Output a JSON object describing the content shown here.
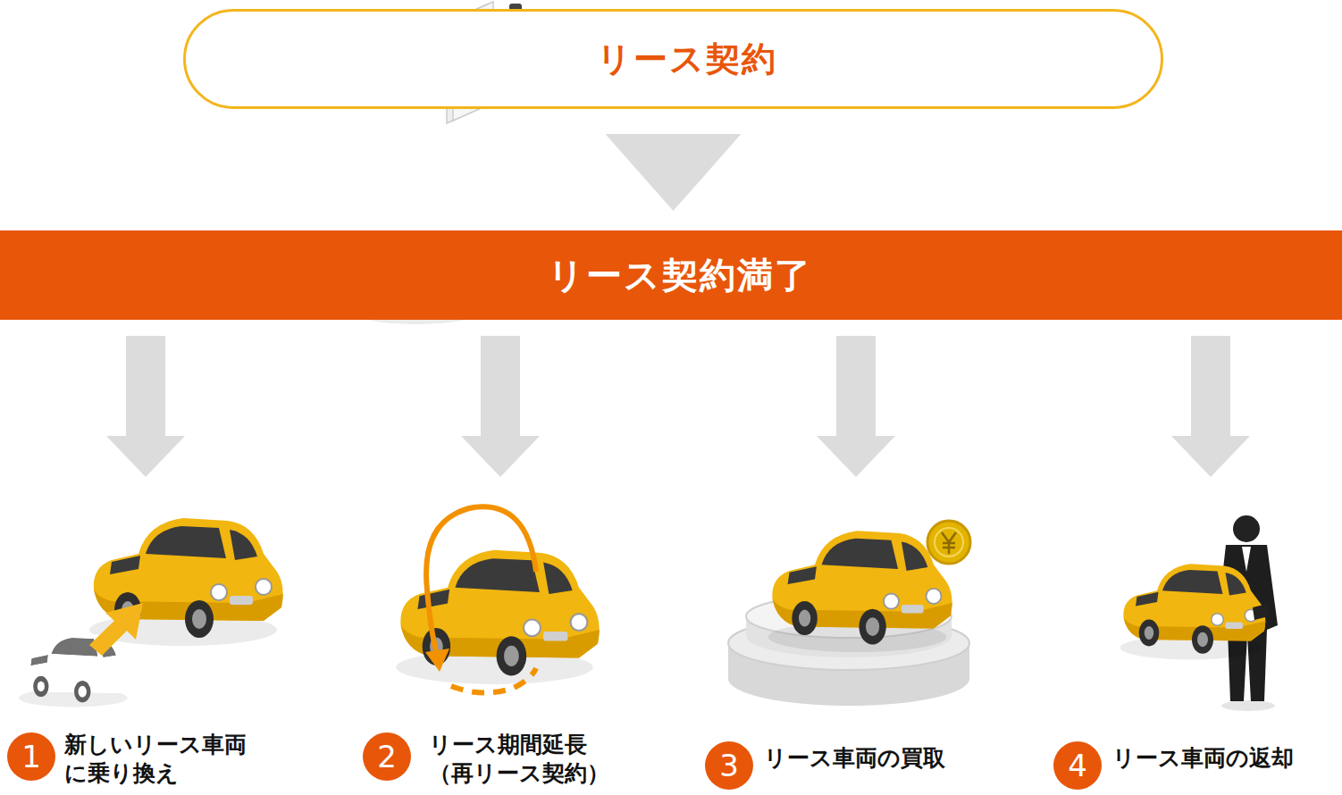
{
  "diagram": {
    "nodes": [
      {
        "text": [
          "リース契約"
        ]
      },
      {
        "text": [
          "リース契約満了"
        ]
      },
      {
        "text": [
          "新しいリース車両 に乗り換え"
        ]
      },
      {
        "text": [
          "1"
        ],
        "in": 2
      },
      {
        "text": [
          "リース期間延長 （再リース契約）"
        ]
      },
      {
        "text": [
          "2"
        ],
        "in": 4
      },
      {
        "text": [
          "リース車両の買取"
        ]
      },
      {
        "text": [
          "3"
        ],
        "in": 6
      },
      {
        "text": [
          "リース車両の返却"
        ]
      },
      {
        "text": [
          "4"
        ],
        "in": 8
      }
    ],
    "edges": [
      {
        "from": 0,
        "to": 1,
        "arrow": "to"
      },
      {
        "from": 1,
        "to": 2,
        "arrow": "to"
      },
      {
        "from": 1,
        "to": 4,
        "arrow": "to"
      },
      {
        "from": 1,
        "to": 6,
        "arrow": "to"
      },
      {
        "from": 1,
        "to": 8,
        "arrow": "to"
      }
    ]
  }
}
